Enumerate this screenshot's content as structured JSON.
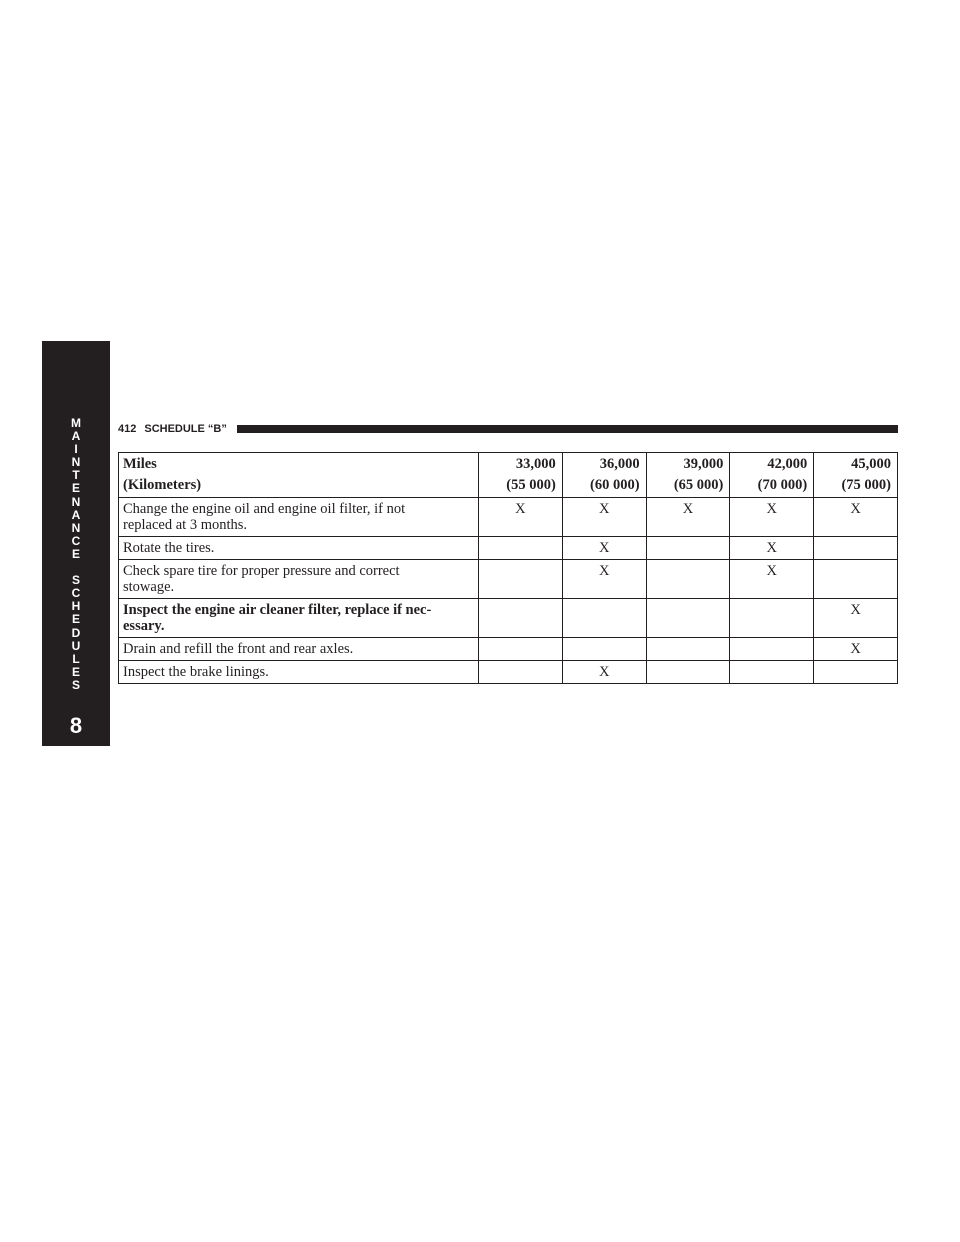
{
  "page": {
    "number": "412",
    "section": "SCHEDULE “B”"
  },
  "side_tab": {
    "letters": [
      "M",
      "A",
      "I",
      "N",
      "T",
      "E",
      "N",
      "A",
      "N",
      "C",
      "E",
      " ",
      "S",
      "C",
      "H",
      "E",
      "D",
      "U",
      "L",
      "E",
      "S"
    ],
    "number": "8"
  },
  "table": {
    "header": {
      "label_line1": "Miles",
      "label_line2": "(Kilometers)",
      "columns": [
        {
          "miles": "33,000",
          "km": "(55 000)"
        },
        {
          "miles": "36,000",
          "km": "(60 000)"
        },
        {
          "miles": "39,000",
          "km": "(65 000)"
        },
        {
          "miles": "42,000",
          "km": "(70 000)"
        },
        {
          "miles": "45,000",
          "km": "(75 000)"
        }
      ]
    },
    "rows": [
      {
        "task_line1": "Change the engine oil and engine oil filter, if not",
        "task_line2": "replaced at 3 months.",
        "marks": [
          "X",
          "X",
          "X",
          "X",
          "X"
        ],
        "bold": false
      },
      {
        "task_line1": "Rotate the tires.",
        "task_line2": "",
        "marks": [
          "",
          "X",
          "",
          "X",
          ""
        ],
        "bold": false
      },
      {
        "task_line1": "Check spare tire for proper pressure and correct",
        "task_line2": "stowage.",
        "marks": [
          "",
          "X",
          "",
          "X",
          ""
        ],
        "bold": false
      },
      {
        "task_line1": "Inspect the engine air cleaner filter, replace if nec-",
        "task_line2": "essary.",
        "marks": [
          "",
          "",
          "",
          "",
          "X"
        ],
        "bold": true
      },
      {
        "task_line1": "Drain and refill the front and rear axles.",
        "task_line2": "",
        "marks": [
          "",
          "",
          "",
          "",
          "X"
        ],
        "bold": false
      },
      {
        "task_line1": "Inspect the brake linings.",
        "task_line2": "",
        "marks": [
          "",
          "X",
          "",
          "",
          ""
        ],
        "bold": false
      }
    ]
  }
}
